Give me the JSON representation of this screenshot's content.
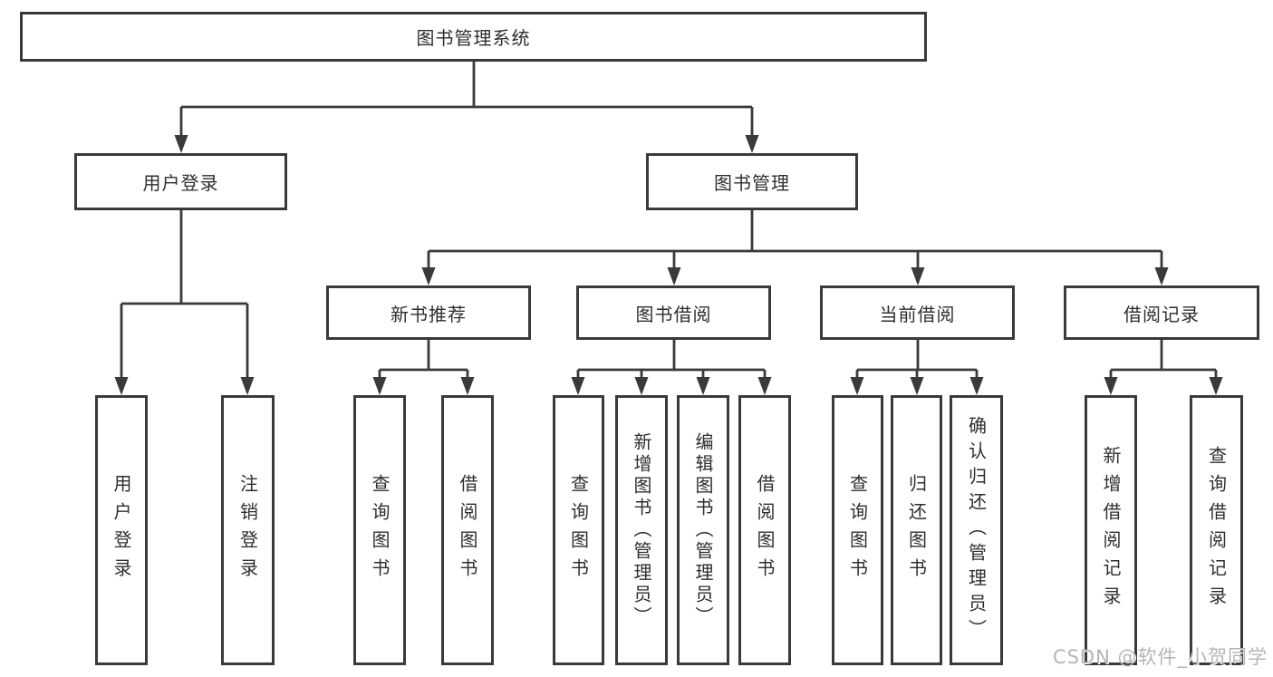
{
  "tree": {
    "root": {
      "label": "图书管理系统"
    },
    "level2": [
      {
        "label": "用户登录"
      },
      {
        "label": "图书管理"
      }
    ],
    "level3": [
      {
        "label": "新书推荐"
      },
      {
        "label": "图书借阅"
      },
      {
        "label": "当前借阅"
      },
      {
        "label": "借阅记录"
      }
    ],
    "groups": [
      {
        "items": [
          {
            "label": "用户登录"
          },
          {
            "label": "注销登录"
          }
        ]
      },
      {
        "items": [
          {
            "label": "查询图书"
          },
          {
            "label": "借阅图书"
          }
        ]
      },
      {
        "items": [
          {
            "label": "查询图书"
          },
          {
            "label": "新增图书（管理员）"
          },
          {
            "label": "编辑图书（管理员）"
          },
          {
            "label": "借阅图书"
          }
        ]
      },
      {
        "items": [
          {
            "label": "查询图书"
          },
          {
            "label": "归还图书"
          },
          {
            "label": "确认归还（管理员）"
          }
        ]
      },
      {
        "items": [
          {
            "label": "新增借阅记录"
          },
          {
            "label": "查询借阅记录"
          }
        ]
      }
    ],
    "watermark": "CSDN @软件_小贺同学",
    "colors": {
      "line": "#3a3a3a",
      "text": "#2e2e2e",
      "watermark": "#b5b5b5",
      "background": "#ffffff"
    }
  }
}
